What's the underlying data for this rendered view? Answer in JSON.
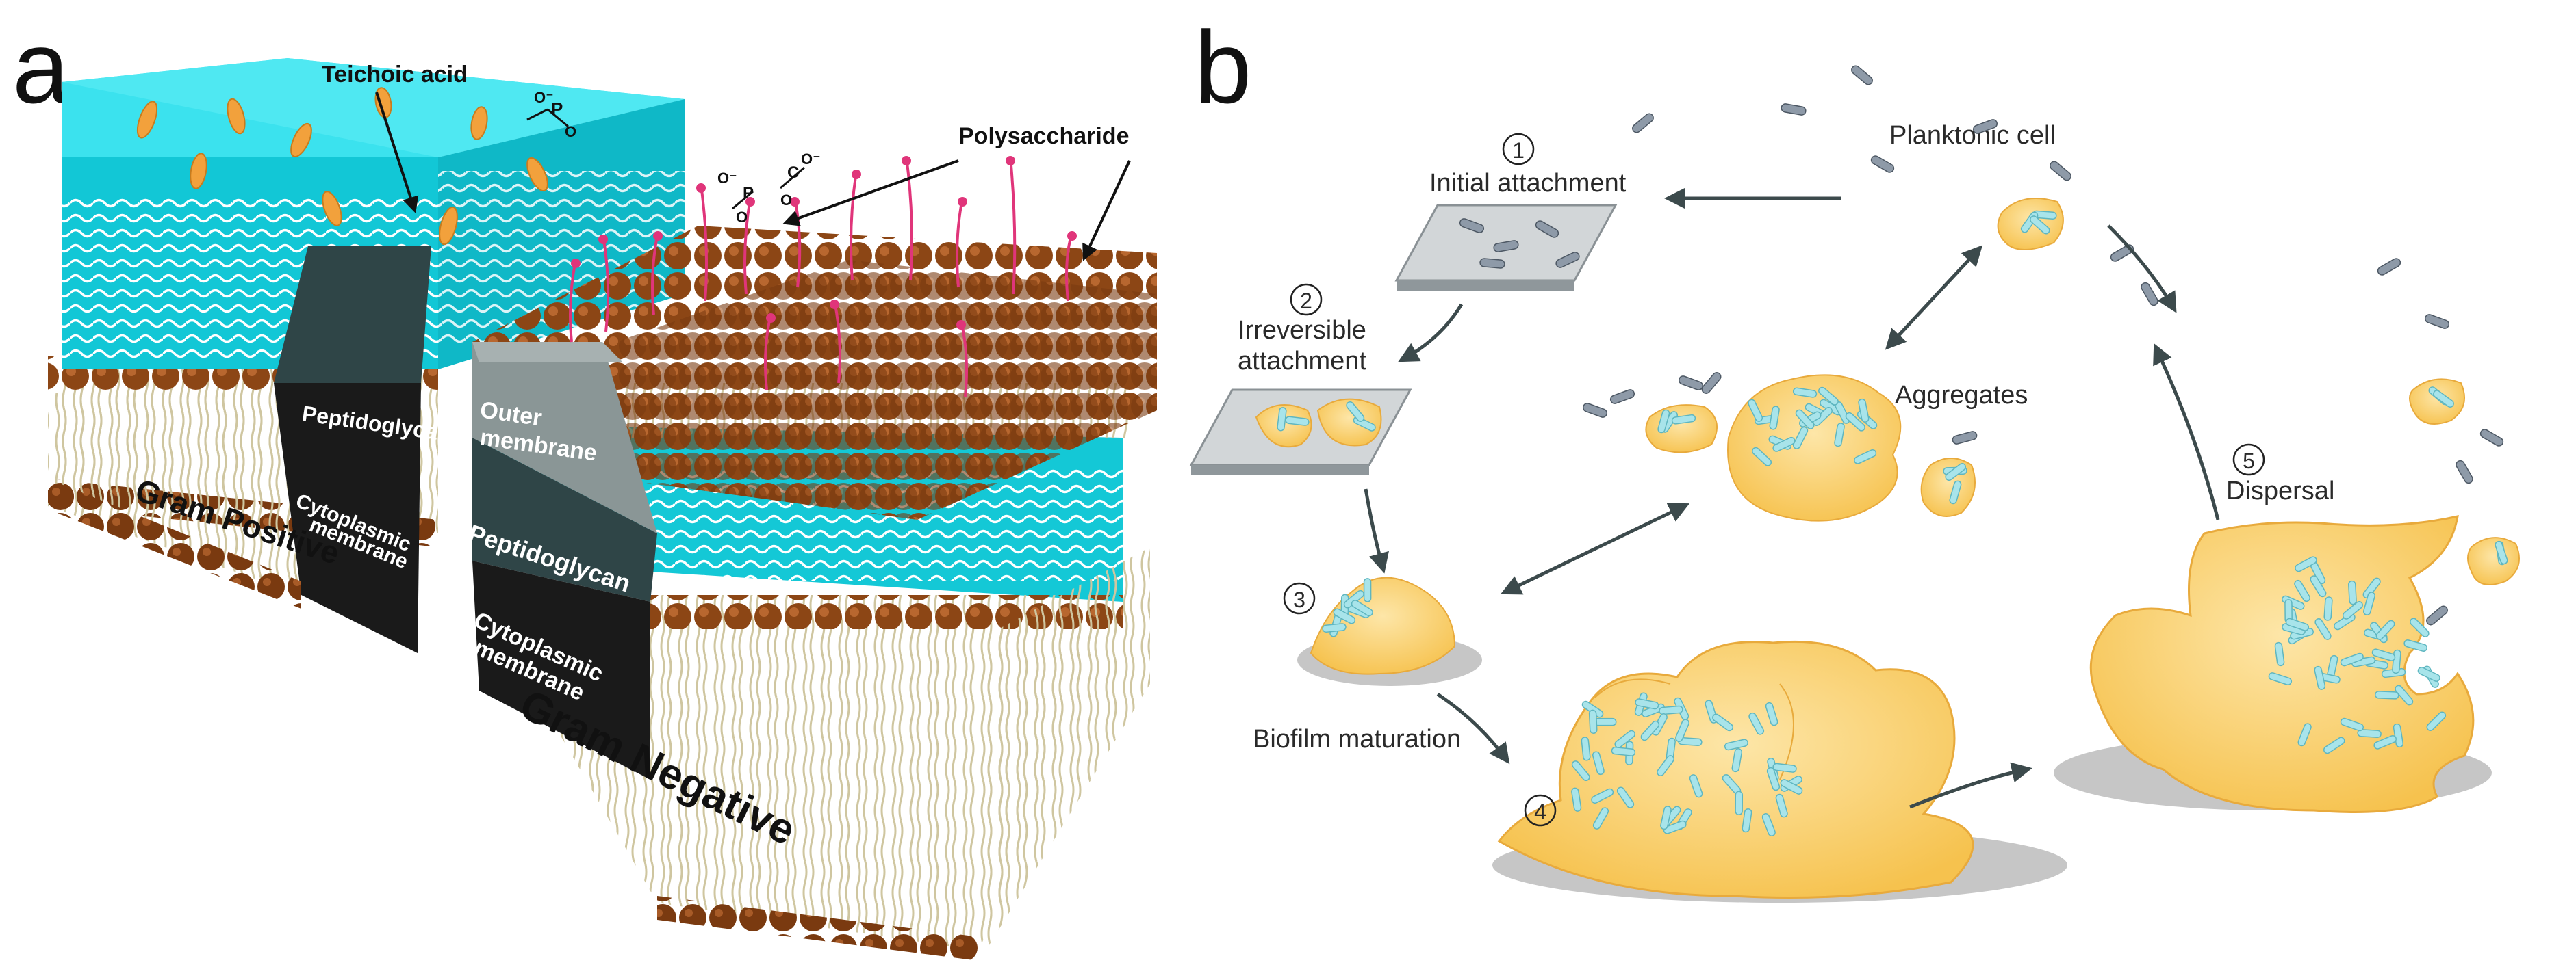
{
  "panel_a": {
    "letter": "a",
    "teichoic_acid": "Teichoic acid",
    "polysaccharide": "Polysaccharide",
    "peptidoglycan_gp": "Peptidoglycan",
    "cytoplasmic_gp_1": "Cytoplasmic",
    "cytoplasmic_gp_2": "membrane",
    "gram_positive": "Gram Positive",
    "outer_1": "Outer",
    "outer_2": "membrane",
    "peptidoglycan_gn": "Peptidoglycan",
    "cytoplasmic_gn_1": "Cytoplasmic",
    "cytoplasmic_gn_2": "membrane",
    "gram_negative": "Gram Negative",
    "chem_o_minus": "O⁻",
    "chem_p": "P",
    "chem_o": "O",
    "chem_c": "C"
  },
  "panel_b": {
    "letter": "b",
    "planktonic_cell": "Planktonic cell",
    "step1_num": "1",
    "step1_label": "Initial attachment",
    "step2_num": "2",
    "step2_label_1": "Irreversible",
    "step2_label_2": "attachment",
    "aggregates": "Aggregates",
    "step3_num": "3",
    "biofilm_maturation": "Biofilm maturation",
    "step4_num": "4",
    "step5_num": "5",
    "dispersal": "Dispersal"
  },
  "colors": {
    "cyan_top": "#33e0ec",
    "cyan_side": "#10c9d8",
    "dark_slate": "#2f4547",
    "brown": "#8c4615",
    "brown_light": "#c8763a",
    "bilayer_tail": "#d8d0ac",
    "grey_block": "#8a9696",
    "biofilm": "#f8c85c",
    "biofilm_light": "#fbe0a0",
    "shadow": "#c6c6c6",
    "bacteria": "#a8e4ea",
    "arrow": "#3c4a4c",
    "pink": "#e0357a"
  }
}
